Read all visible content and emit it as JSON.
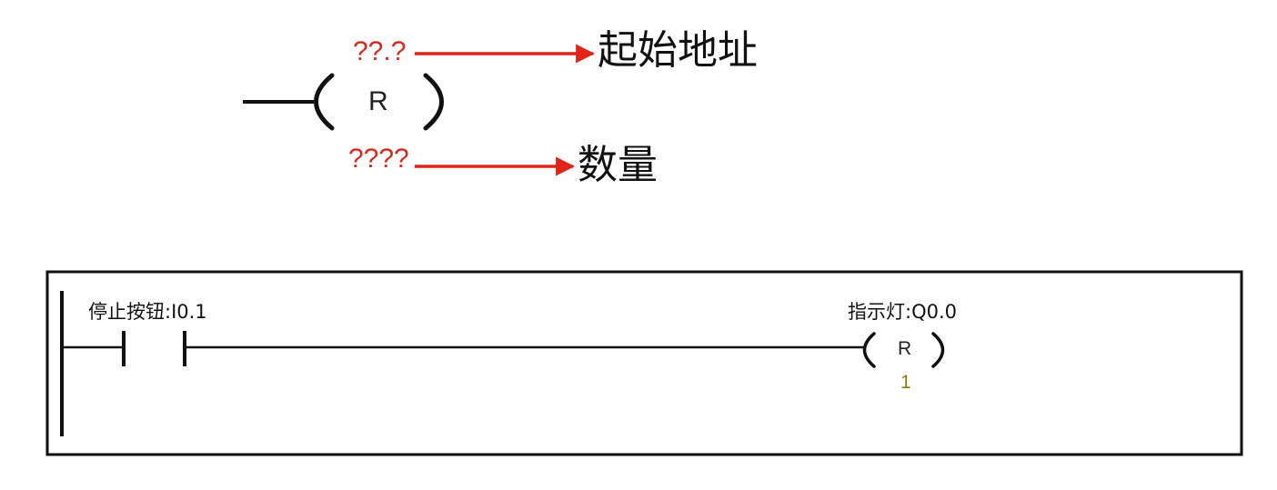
{
  "legend": {
    "address_placeholder": "??.?",
    "address_meaning": "起始地址",
    "coil_letter": "R",
    "count_placeholder": "????",
    "count_meaning": "数量"
  },
  "ladder": {
    "contact_label": "停止按钮:I0.1",
    "coil_label": "指示灯:Q0.0",
    "coil_letter": "R",
    "coil_count": "1"
  },
  "colors": {
    "annotation": "#d42a22",
    "count": "#8a7a10",
    "line": "#111111"
  }
}
